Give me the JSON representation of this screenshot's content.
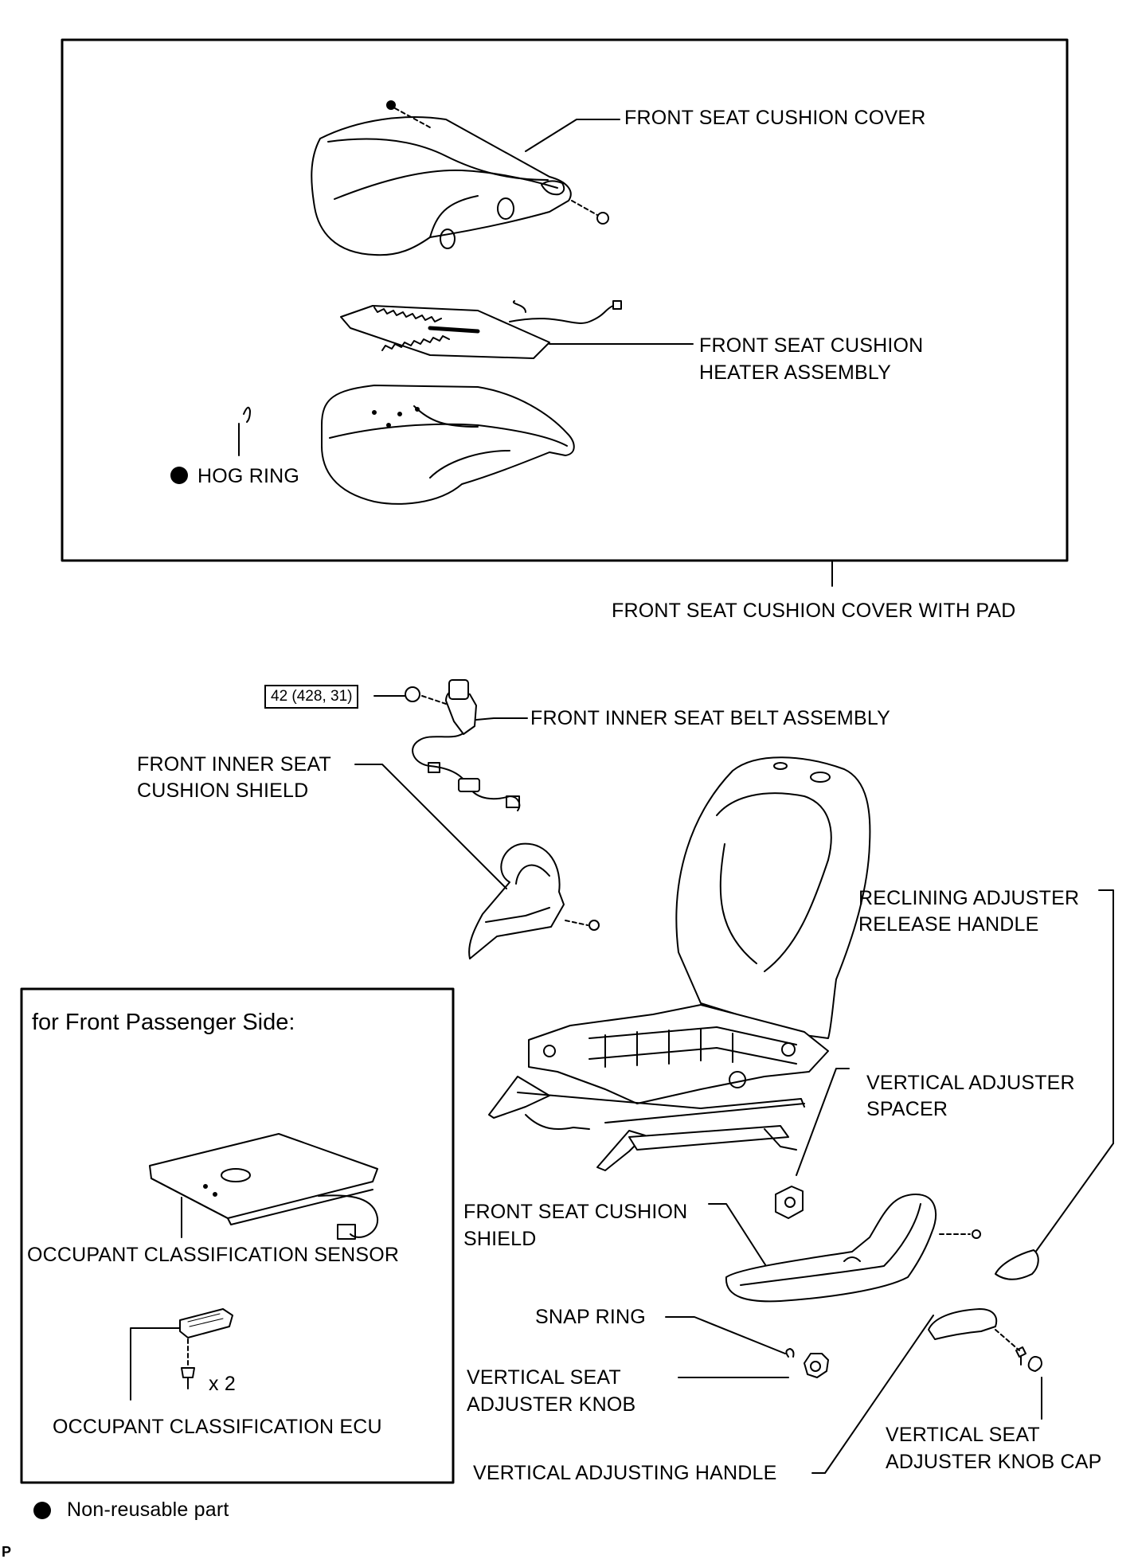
{
  "labels": {
    "cushion_cover": "FRONT SEAT CUSHION COVER",
    "heater_line1": "FRONT SEAT CUSHION",
    "heater_line2": "HEATER ASSEMBLY",
    "hog_ring": "HOG RING",
    "cover_with_pad": "FRONT SEAT CUSHION COVER WITH PAD",
    "torque": "42 (428, 31)",
    "seat_belt": "FRONT INNER SEAT BELT ASSEMBLY",
    "inner_shield_line1": "FRONT INNER SEAT",
    "inner_shield_line2": "CUSHION SHIELD",
    "reclining_line1": "RECLINING ADJUSTER",
    "reclining_line2": "RELEASE HANDLE",
    "vert_spacer_line1": "VERTICAL ADJUSTER",
    "vert_spacer_line2": "SPACER",
    "cushion_shield_line1": "FRONT SEAT CUSHION",
    "cushion_shield_line2": "SHIELD",
    "snap_ring": "SNAP RING",
    "vert_knob_line1": "VERTICAL SEAT",
    "vert_knob_line2": "ADJUSTER KNOB",
    "vert_handle": "VERTICAL ADJUSTING HANDLE",
    "knob_cap_line1": "VERTICAL SEAT",
    "knob_cap_line2": "ADJUSTER KNOB CAP"
  },
  "inset": {
    "title": "for Front Passenger Side:",
    "sensor": "OCCUPANT CLASSIFICATION SENSOR",
    "ecu": "OCCUPANT CLASSIFICATION ECU",
    "qty": "x 2"
  },
  "legend": {
    "non_reusable": "Non-reusable part"
  },
  "corner_mark": "P"
}
